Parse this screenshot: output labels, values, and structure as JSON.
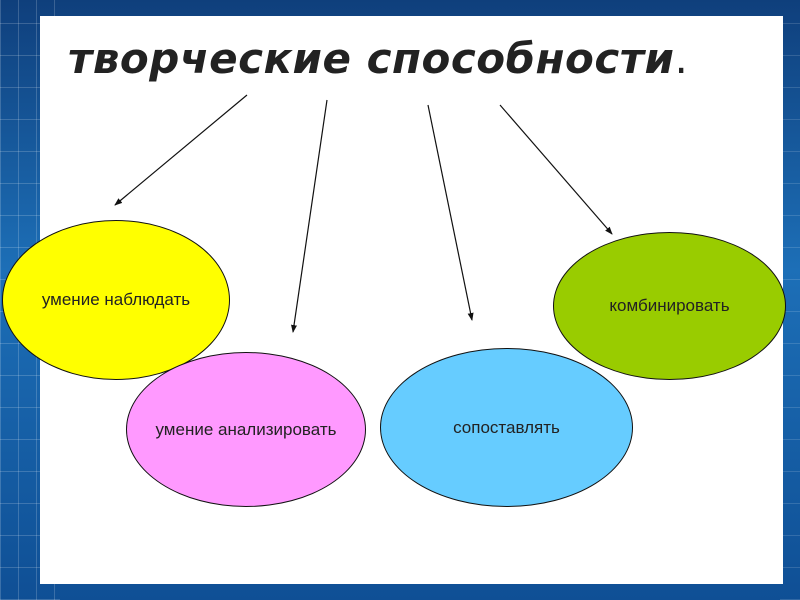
{
  "title": "творческие способности",
  "title_dot": ".",
  "nodes": [
    {
      "label": "умение наблюдать",
      "color": "#ffff00"
    },
    {
      "label": "умение анализировать",
      "color": "#ff99ff"
    },
    {
      "label": "сопоставлять",
      "color": "#66ccff"
    },
    {
      "label": "комбинировать",
      "color": "#99cc00"
    }
  ]
}
